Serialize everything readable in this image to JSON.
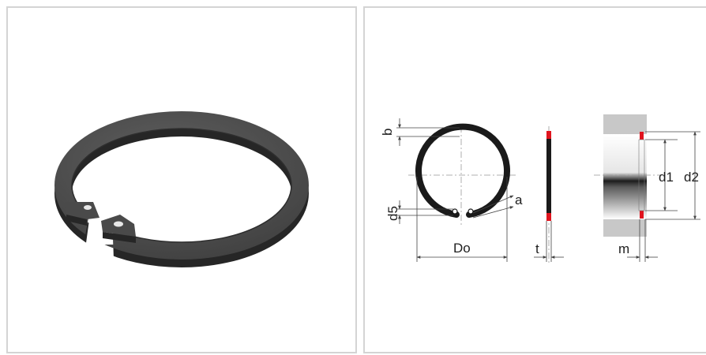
{
  "drawing": {
    "labels": {
      "b": "b",
      "d5": "d5",
      "a": "a",
      "Do": "Do",
      "t": "t",
      "m": "m",
      "d1": "d1",
      "d2": "d2"
    }
  },
  "colors": {
    "panel_border": "#d4d4d4",
    "ring_dark": "#3a3a3a",
    "ring_face": "#505050",
    "housing": "#c8c8c8",
    "accent_red": "#e0141e",
    "dim_line": "#444444"
  }
}
